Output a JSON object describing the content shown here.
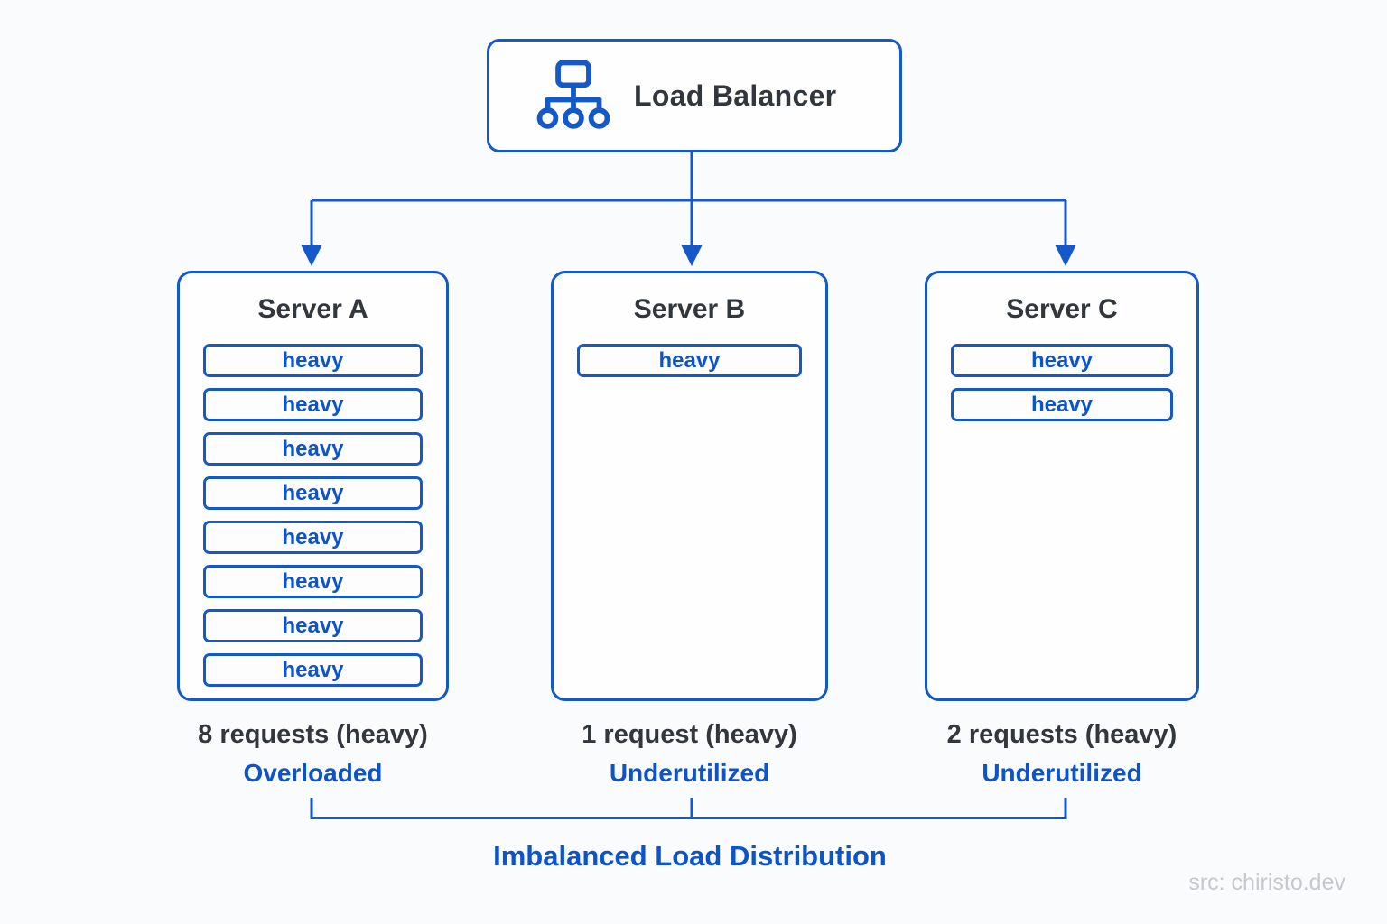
{
  "colors": {
    "accent_blue": "#1558C8",
    "text_blue": "#0D53CA",
    "text_dark": "#32373E",
    "credit_gray": "#C6C8CB",
    "background": "#FAFBFC",
    "node_background": "#FEFEFE"
  },
  "load_balancer": {
    "label": "Load Balancer",
    "icon": "network-topology-icon"
  },
  "servers": [
    {
      "name": "Server A",
      "requests": [
        "heavy",
        "heavy",
        "heavy",
        "heavy",
        "heavy",
        "heavy",
        "heavy",
        "heavy"
      ],
      "count_label": "8 requests (heavy)",
      "status": "Overloaded"
    },
    {
      "name": "Server B",
      "requests": [
        "heavy"
      ],
      "count_label": "1 request (heavy)",
      "status": "Underutilized"
    },
    {
      "name": "Server C",
      "requests": [
        "heavy",
        "heavy"
      ],
      "count_label": "2 requests (heavy)",
      "status": "Underutilized"
    }
  ],
  "caption": "Imbalanced Load Distribution",
  "credit": "src: chiristo.dev"
}
